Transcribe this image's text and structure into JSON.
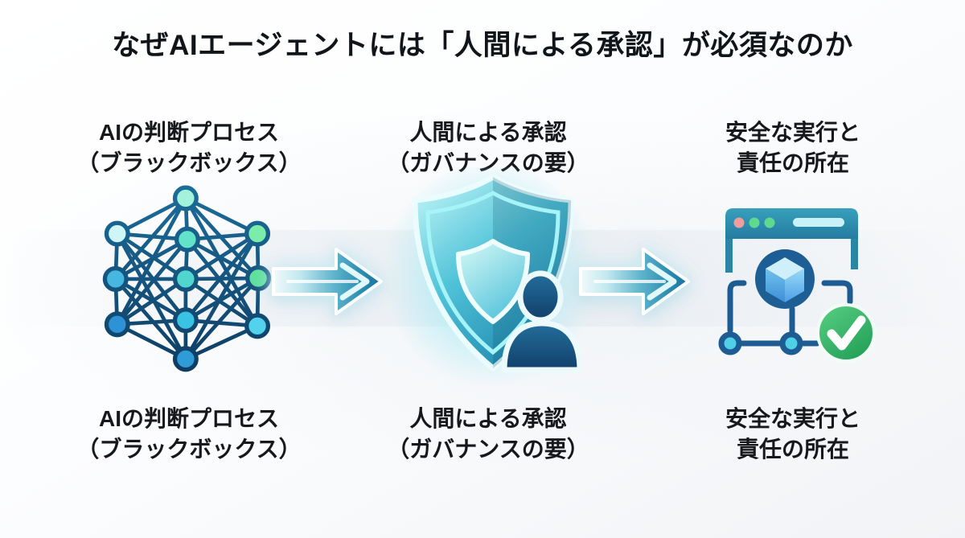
{
  "title": "なぜAIエージェントには「人間による承認」が必須なのか",
  "columns": [
    {
      "id": "ai-decision-process",
      "icon": "neural-network-icon",
      "top_label": {
        "line1": "AIの判断プロセス",
        "line2": "（ブラックボックス）"
      },
      "bottom_label": {
        "line1": "AIの判断プロセス",
        "line2": "（ブラックボックス）"
      }
    },
    {
      "id": "human-approval",
      "icon": "shield-user-icon",
      "top_label": {
        "line1": "人間による承認",
        "line2": "（ガバナンスの要）"
      },
      "bottom_label": {
        "line1": "人間による承認",
        "line2": "（ガバナンスの要）"
      }
    },
    {
      "id": "safe-execution",
      "icon": "browser-check-icon",
      "top_label": {
        "line1": "安全な実行と",
        "line2": "責任の所在"
      },
      "bottom_label": {
        "line1": "安全な実行と",
        "line2": "責任の所在"
      }
    }
  ],
  "arrows": [
    {
      "icon": "arrow-right-icon"
    },
    {
      "icon": "arrow-right-icon"
    }
  ],
  "colors": {
    "title_text": "#111418",
    "label_text": "#16181c",
    "teal_primary": "#1d7fa8",
    "dark_blue_line": "#15507c",
    "cyan_glow": "#aeeef6",
    "node_cyan": "#4fd0e8",
    "check_green": "#2fae62",
    "dot_pink": "#f29d9d",
    "dot_green": "#5fd98f"
  }
}
